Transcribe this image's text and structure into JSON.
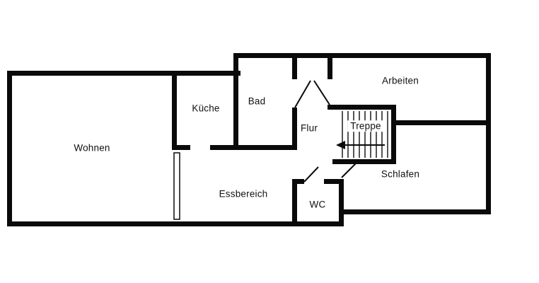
{
  "plan": {
    "type": "floor-plan",
    "language": "de",
    "colors": {
      "wall": "#0a0a0a",
      "background": "#ffffff",
      "line": "#0a0a0a"
    },
    "rooms": [
      {
        "id": "wohnen",
        "label": "Wohnen"
      },
      {
        "id": "kueche",
        "label": "Küche"
      },
      {
        "id": "bad",
        "label": "Bad"
      },
      {
        "id": "arbeiten",
        "label": "Arbeiten"
      },
      {
        "id": "flur",
        "label": "Flur"
      },
      {
        "id": "treppe",
        "label": "Treppe"
      },
      {
        "id": "schlafen",
        "label": "Schlafen"
      },
      {
        "id": "essbereich",
        "label": "Essbereich"
      },
      {
        "id": "wc",
        "label": "WC"
      }
    ],
    "stairs": {
      "tread_count": 9,
      "arrow_direction": "left"
    }
  }
}
